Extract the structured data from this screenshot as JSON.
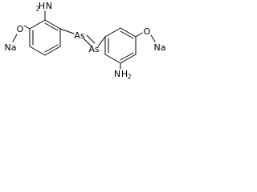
{
  "atoms": {
    "left_amine": "NH2",
    "left_amine_h": "H",
    "left_amine_n": "N",
    "left_amine_sub": "2",
    "left_oxygen": "O",
    "left_sodium": "Na",
    "arsenic_top": "As",
    "arsenic_bottom": "As",
    "right_oxygen": "O",
    "right_sodium": "Na",
    "right_amine_n": "N",
    "right_amine_h": "H",
    "right_amine_sub": "2"
  }
}
